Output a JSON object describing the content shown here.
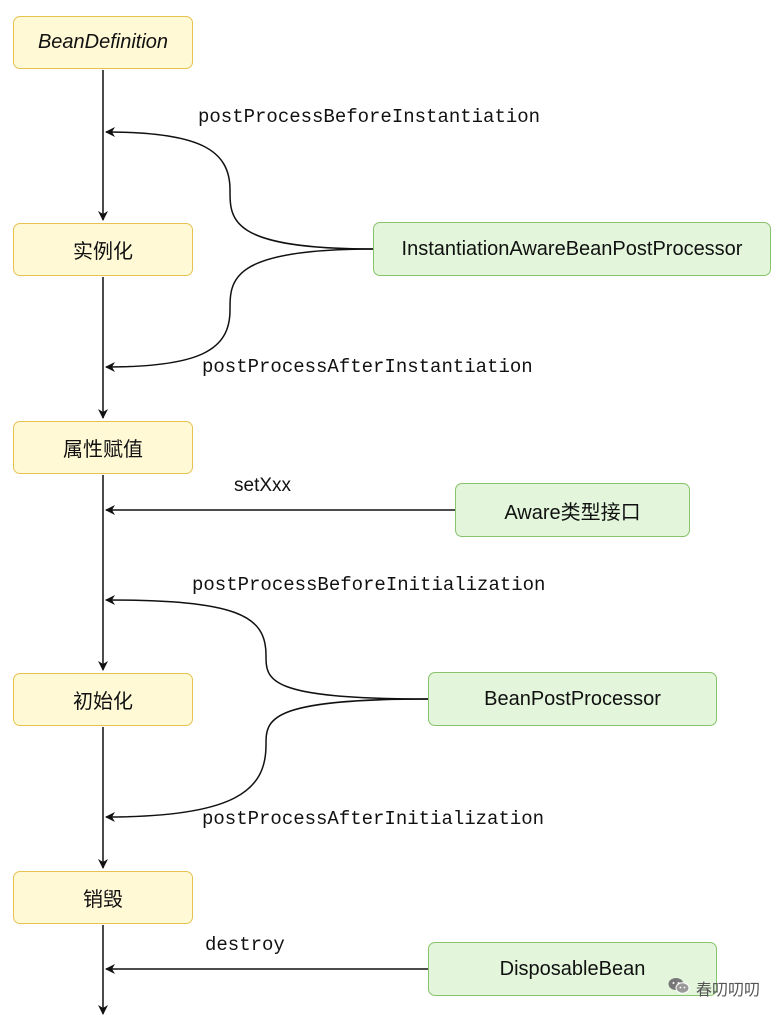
{
  "stages": {
    "bean_definition": "BeanDefinition",
    "instantiation": "实例化",
    "populate": "属性赋值",
    "initialization": "初始化",
    "destruction": "销毁"
  },
  "processors": {
    "instantiation_aware": "InstantiationAwareBeanPostProcessor",
    "aware": "Aware类型接口",
    "bean_post_processor": "BeanPostProcessor",
    "disposable": "DisposableBean"
  },
  "labels": {
    "before_instantiation": "postProcessBeforeInstantiation",
    "after_instantiation": "postProcessAfterInstantiation",
    "set_xxx": "setXxx",
    "before_initialization": "postProcessBeforeInitialization",
    "after_initialization": "postProcessAfterInitialization",
    "destroy": "destroy"
  },
  "watermark": {
    "icon": "wechat-icon",
    "text": "春叨叨叨"
  }
}
